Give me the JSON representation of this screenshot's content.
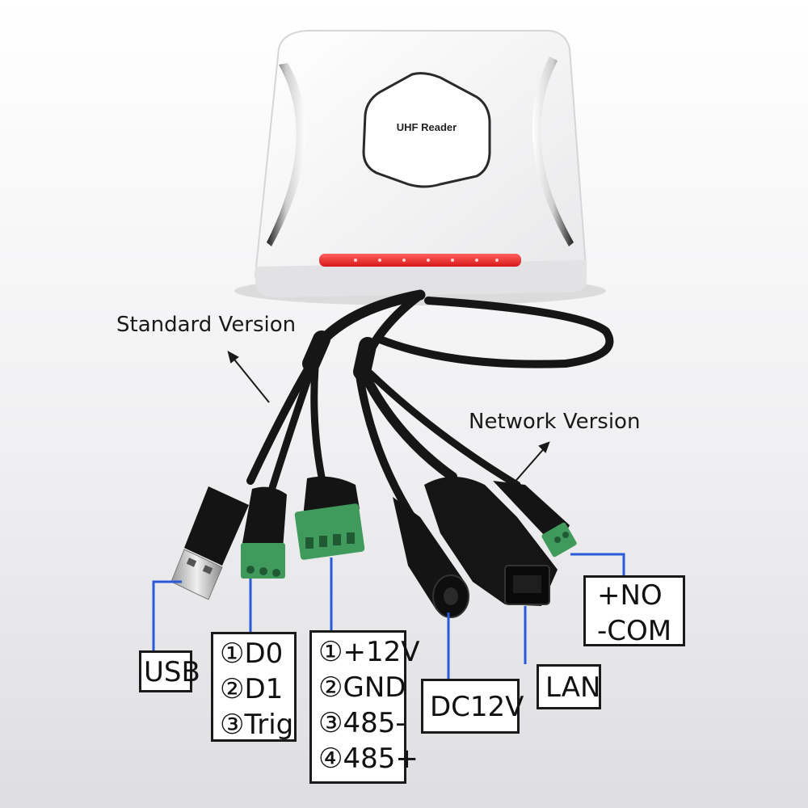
{
  "device": {
    "label": "UHF Reader"
  },
  "captions": {
    "standard": "Standard Version",
    "network": "Network Version"
  },
  "labels": {
    "usb": "USB",
    "wiegand": [
      "①D0",
      "②D1",
      "③Trig"
    ],
    "power485": [
      "①+12V",
      "②GND",
      "③485-",
      "④485+"
    ],
    "dc": "DC12V",
    "lan": "LAN",
    "relay": [
      "+NO",
      "-COM"
    ]
  },
  "colors": {
    "leader": "#2a5bd7",
    "terminal": "#3f9a5c",
    "indicator": "#ff3030",
    "cable": "#161616",
    "shell": "#f4f4f4"
  }
}
